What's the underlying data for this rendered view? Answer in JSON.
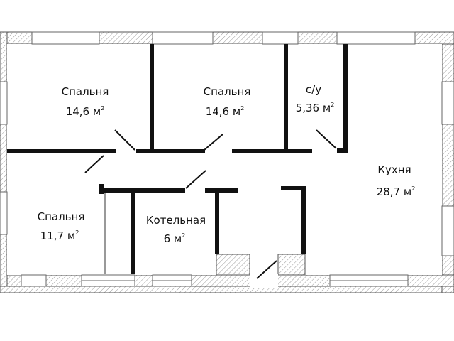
{
  "plan": {
    "rooms": [
      {
        "id": "bedroom-1",
        "name": "Спальня",
        "area": "14,6 м",
        "area_sup": "2"
      },
      {
        "id": "bedroom-2",
        "name": "Спальня",
        "area": "14,6 м",
        "area_sup": "2"
      },
      {
        "id": "bathroom",
        "name": "с/у",
        "area": "5,36 м",
        "area_sup": "2"
      },
      {
        "id": "kitchen",
        "name": "Кухня",
        "area": "28,7 м",
        "area_sup": "2"
      },
      {
        "id": "bedroom-3",
        "name": "Спальня",
        "area": "11,7 м",
        "area_sup": "2"
      },
      {
        "id": "boiler-room",
        "name": "Котельная",
        "area": "6 м",
        "area_sup": "2"
      }
    ],
    "colors": {
      "wall": "#111111",
      "outer_wall_fill": "#ffffff",
      "outer_wall_stroke": "#555555",
      "window_fill": "#ffffff",
      "window_stroke": "#666666"
    }
  }
}
